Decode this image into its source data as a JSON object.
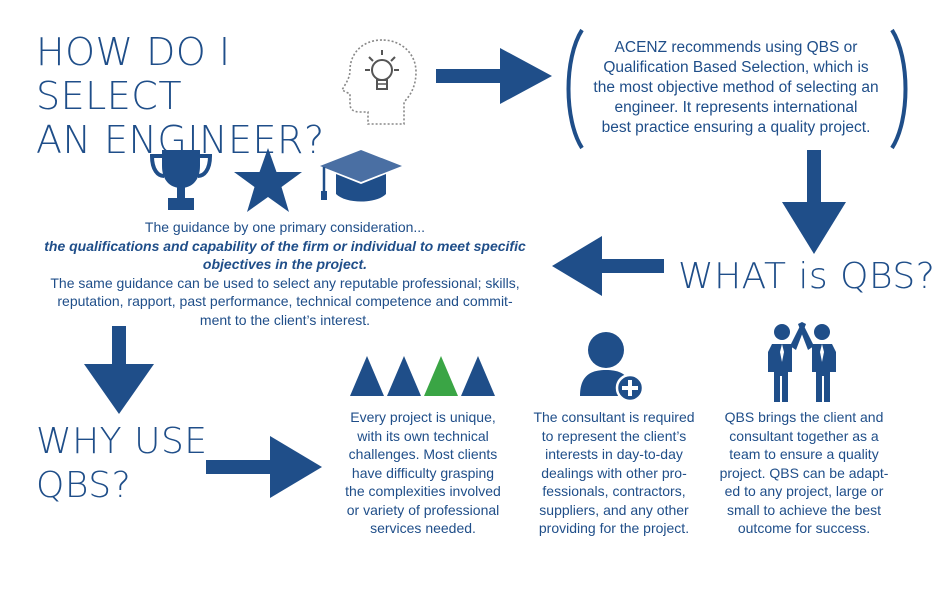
{
  "title": {
    "line1": "HOW DO I SELECT",
    "line2": "AN ENGINEER?"
  },
  "acenz": {
    "lines": [
      "ACENZ recommends using QBS or",
      "Qualification Based Selection, which is",
      "the most objective method of selecting an",
      "engineer. It represents international",
      "best practice ensuring a quality project."
    ]
  },
  "what_heading": "WHAT is QBS?",
  "guidance": {
    "intro": "The guidance by one primary consideration...",
    "em_line1": "the qualifications and capability of the firm or individual to meet specific",
    "em_line2": "objectives in the project.",
    "body_line1": "The same guidance can be used to select any reputable professional; skills,",
    "body_line2": "reputation, rapport, past performance, technical competence and commit-",
    "body_line3": "ment to the client’s interest."
  },
  "why_heading": {
    "line1": "WHY USE",
    "line2": "QBS?"
  },
  "columns": [
    {
      "lines": [
        "Every project is unique,",
        "with its own technical",
        "challenges. Most clients",
        "have difficulty grasping",
        "the complexities involved",
        "or variety of professional",
        "services needed."
      ]
    },
    {
      "lines": [
        "The consultant is required",
        "to represent the client’s",
        "interests in day-to-day",
        "dealings with other pro-",
        "fessionals, contractors,",
        "suppliers, and any other",
        "providing for the project."
      ]
    },
    {
      "lines": [
        "QBS brings the client and",
        "consultant together as a",
        "team to ensure a quality",
        "project. QBS can be adapt-",
        "ed to any project, large or",
        "small to achieve the best",
        "outcome for success."
      ]
    }
  ],
  "icons": [
    "head-lightbulb-icon",
    "trophy-icon",
    "star-icon",
    "graduation-cap-icon",
    "triangles-icon",
    "user-add-icon",
    "team-high-five-icon"
  ],
  "colors": {
    "primary": "#1f4e89",
    "accent_green": "#3aa545",
    "icon_grey": "#888888"
  }
}
